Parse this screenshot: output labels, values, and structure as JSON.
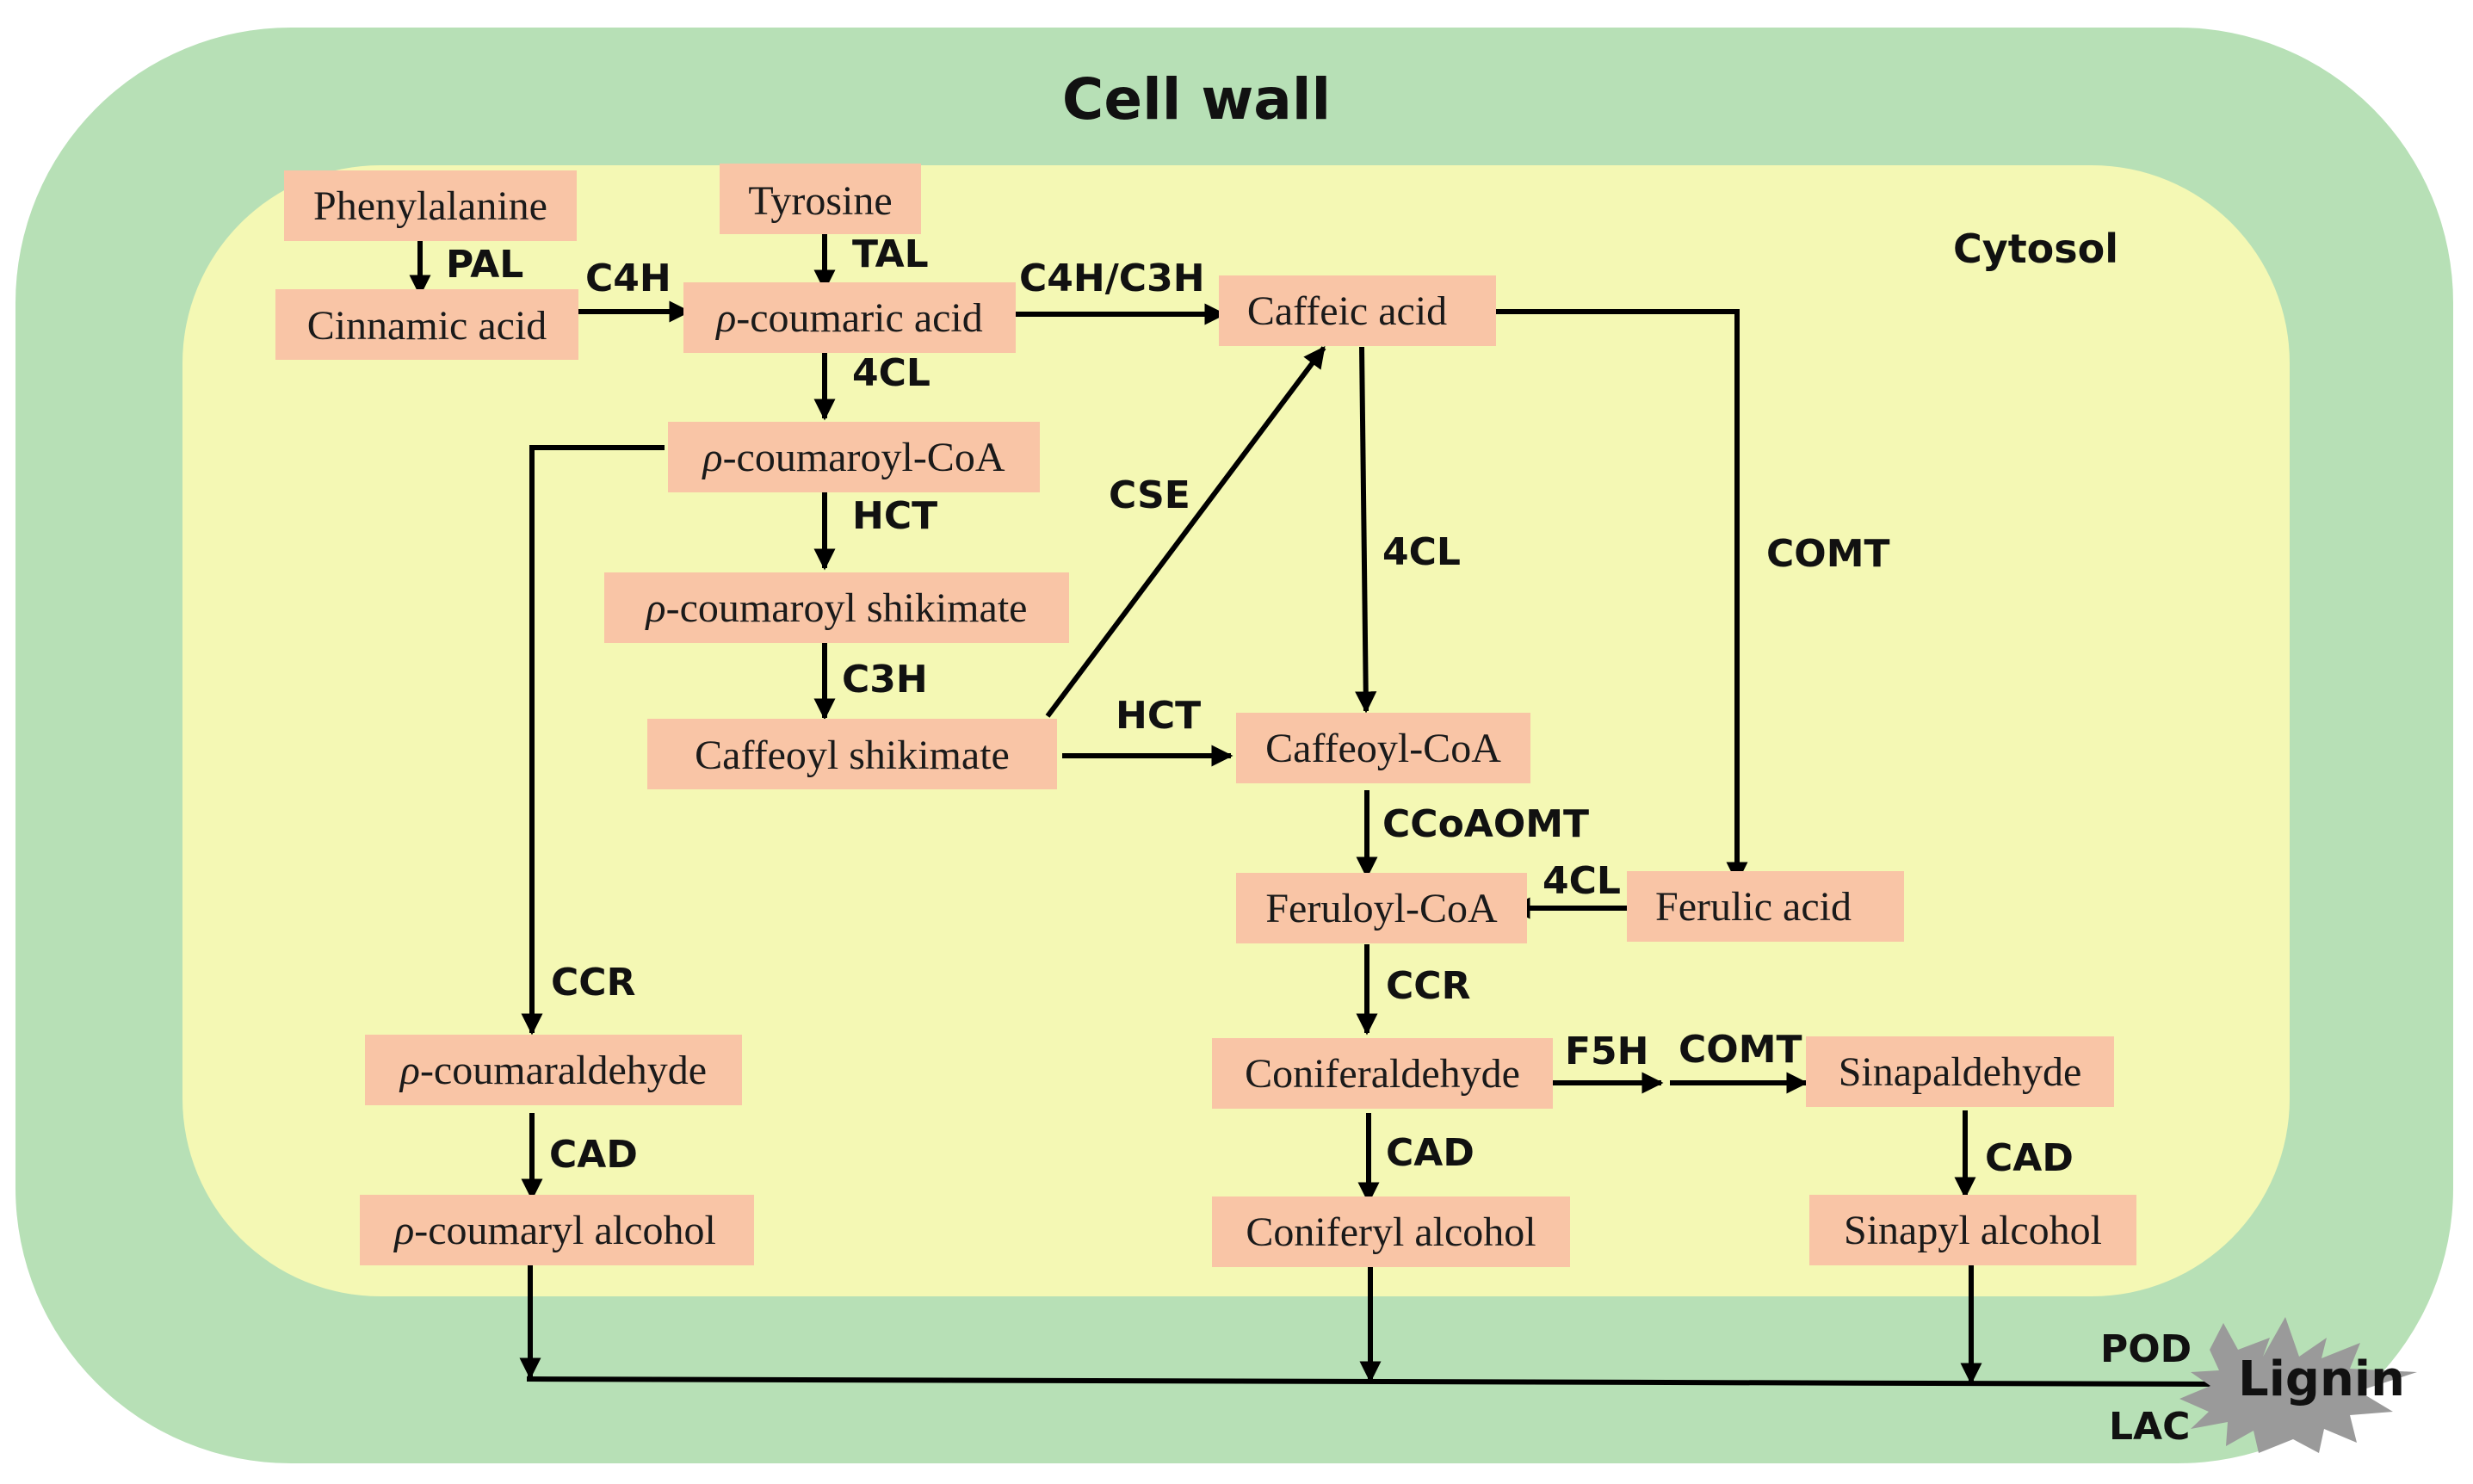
{
  "regions": {
    "cell_wall_label": "Cell wall",
    "cytosol_label": "Cytosol",
    "cell_wall_color": "#b7e0b6",
    "cytosol_color": "#f4f8b4"
  },
  "nodes": {
    "phenylalanine": "Phenylalanine",
    "tyrosine": "Tyrosine",
    "cinnamic_acid": "Cinnamic acid",
    "p_coumaric_acid": {
      "prefix": "ρ",
      "rest": "-coumaric acid"
    },
    "caffeic_acid": "Caffeic acid",
    "p_coumaroyl_coa": {
      "prefix": "ρ",
      "rest": "-coumaroyl-CoA"
    },
    "p_coumaroyl_shikimate": {
      "prefix": "ρ",
      "rest": "-coumaroyl shikimate"
    },
    "caffeoyl_shikimate": "Caffeoyl shikimate",
    "caffeoyl_coa": "Caffeoyl-CoA",
    "feruloyl_coa": "Feruloyl-CoA",
    "ferulic_acid": "Ferulic acid",
    "p_coumaraldehyde": {
      "prefix": "ρ",
      "rest": "-coumaraldehyde"
    },
    "coniferaldehyde": "Coniferaldehyde",
    "sinapaldehyde": "Sinapaldehyde",
    "p_coumaryl_alcohol": {
      "prefix": "ρ",
      "rest": "-coumaryl alcohol"
    },
    "coniferyl_alcohol": "Coniferyl alcohol",
    "sinapyl_alcohol": "Sinapyl alcohol",
    "lignin": "Lignin",
    "node_color": "#f9c5a6",
    "lignin_color": "#9a9a9a"
  },
  "enzymes": {
    "pal": "PAL",
    "tal": "TAL",
    "c4h": "C4H",
    "c4h_c3h": "C4H/C3H",
    "cl4_top": "4CL",
    "hct_top": "HCT",
    "cse": "CSE",
    "cl4_mid": "4CL",
    "comt_right": "COMT",
    "c3h": "C3H",
    "hct_mid": "HCT",
    "ccoaomt": "CCoAOMT",
    "cl4_ferulic": "4CL",
    "ccr_left": "CCR",
    "ccr_mid": "CCR",
    "f5h": "F5H",
    "comt_bottom": "COMT",
    "cad_left": "CAD",
    "cad_mid": "CAD",
    "cad_right": "CAD",
    "pod": "POD",
    "lac": "LAC"
  }
}
